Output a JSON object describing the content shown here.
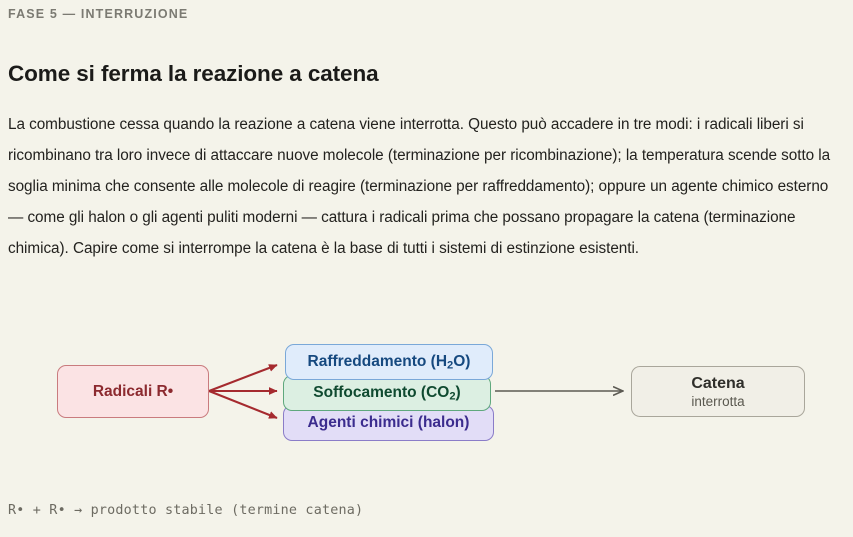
{
  "header": {
    "eyebrow": "FASE 5 — INTERRUZIONE",
    "title": "Come si ferma la reazione a catena"
  },
  "body": {
    "paragraph": "La combustione cessa quando la reazione a catena viene interrotta. Questo può accadere in tre modi: i radicali liberi si ricombinano tra loro invece di attaccare nuove molecole (terminazione per ricombinazione); la temperatura scende sotto la soglia minima che consente alle molecole di reagire (terminazione per raffreddamento); oppure un agente chimico esterno — come gli halon o gli agenti puliti moderni — cattura i radicali prima che possano propagare la catena (terminazione chimica). Capire come si interrompe la catena è la base di tutti i sistemi di estinzione esistenti."
  },
  "diagram": {
    "source_node": {
      "label": "Radicali R•",
      "fill": "#fbe3e4",
      "border": "#c97b7e",
      "text": "#8c2a2f"
    },
    "method_nodes": [
      {
        "label_prefix": "Raffreddamento (H",
        "label_sub": "2",
        "label_suffix": "O)",
        "fill": "#e0ecfb",
        "border": "#7aa8d8",
        "text": "#16497f"
      },
      {
        "label_prefix": "Soffocamento (CO",
        "label_sub": "2",
        "label_suffix": ")",
        "fill": "#dcefe2",
        "border": "#5fa87d",
        "text": "#0f4a30"
      },
      {
        "label_prefix": "Agenti chimici (halon)",
        "label_sub": "",
        "label_suffix": "",
        "fill": "#e2ddf7",
        "border": "#8a7cc8",
        "text": "#3b2c8e"
      }
    ],
    "result_node": {
      "title": "Catena",
      "subtitle": "interrotta",
      "fill": "#f1efe7",
      "border": "#a9a69b"
    },
    "branch_arrow_color": "#a52a2f",
    "result_arrow_color": "#5c5a53"
  },
  "footer": {
    "equation": "R• + R• → prodotto stabile (termine catena)"
  }
}
